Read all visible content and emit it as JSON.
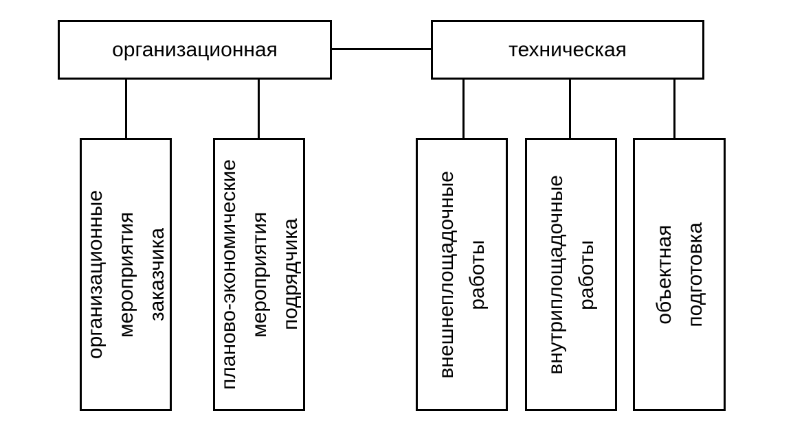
{
  "diagram": {
    "heads": {
      "left": "организационная",
      "right": "техническая"
    },
    "children": {
      "c1": {
        "line1": "организационные",
        "line2": "мероприятия",
        "line3": "заказчика"
      },
      "c2": {
        "line1": "планово-экономические",
        "line2": "мероприятия",
        "line3": "подрядчика"
      },
      "c3": {
        "line1": "внешнеплощадочные",
        "line2": "работы"
      },
      "c4": {
        "line1": "внутриплощадочные",
        "line2": "работы"
      },
      "c5": {
        "line1": "объектная",
        "line2": "подготовка"
      }
    }
  }
}
